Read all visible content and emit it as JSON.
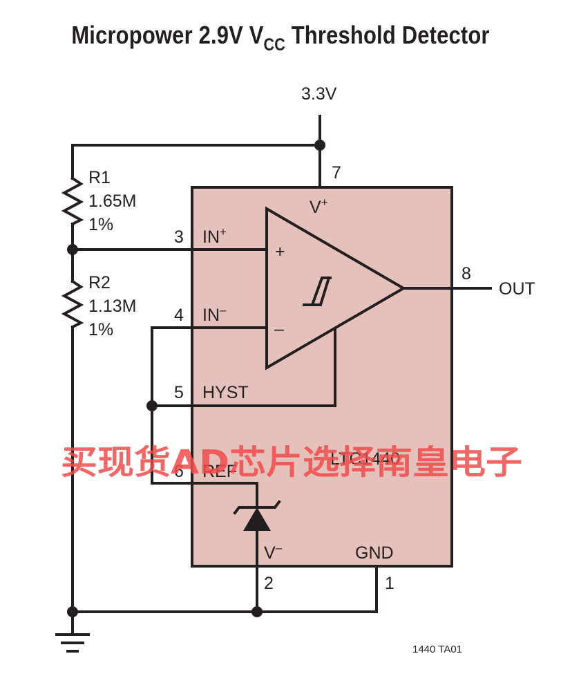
{
  "title": {
    "main": "Micropower 2.9V V",
    "subscript": "CC",
    "tail": " Threshold Detector"
  },
  "supply": "3.3V",
  "r1": {
    "name": "R1",
    "value": "1.65M",
    "tolerance": "1%"
  },
  "r2": {
    "name": "R2",
    "value": "1.13M",
    "tolerance": "1%"
  },
  "ic": {
    "part": "LTC1440",
    "pins": {
      "vplus": {
        "num": "7",
        "label": "V",
        "sup": "+"
      },
      "inplus": {
        "num": "3",
        "label": "IN",
        "sup": "+"
      },
      "inminus": {
        "num": "4",
        "label": "IN",
        "sup": "–"
      },
      "hyst": {
        "num": "5",
        "label": "HYST"
      },
      "ref": {
        "num": "6",
        "label": "REF"
      },
      "vminus": {
        "num": "2",
        "label": "V",
        "sup": "–"
      },
      "gnd": {
        "num": "1",
        "label": "GND"
      },
      "out": {
        "num": "8",
        "label": "OUT"
      }
    },
    "plus_sign": "+",
    "minus_sign": "–"
  },
  "figure_code": "1440 TA01",
  "watermark": "买现货AD芯片选择南皇电子",
  "colors": {
    "ic_fill": "#e4c1bb",
    "line": "#231f20",
    "watermark": "#f04b4b"
  }
}
